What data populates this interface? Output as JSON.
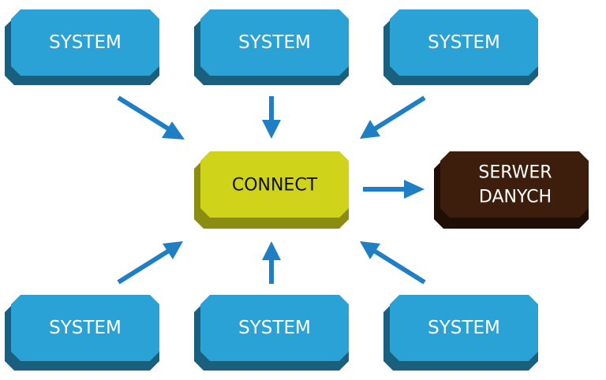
{
  "nodes": {
    "system_top_left": {
      "label": "SYSTEM"
    },
    "system_top_center": {
      "label": "SYSTEM"
    },
    "system_top_right": {
      "label": "SYSTEM"
    },
    "system_bottom_left": {
      "label": "SYSTEM"
    },
    "system_bottom_center": {
      "label": "SYSTEM"
    },
    "system_bottom_right": {
      "label": "SYSTEM"
    },
    "connect": {
      "label": "CONNECT"
    },
    "server": {
      "line1": "SERWER",
      "line2": "DANYCH"
    }
  },
  "colors": {
    "system_face": "#2aa2d6",
    "system_shadow": "#1b5f7e",
    "connect_face": "#cfd41a",
    "connect_shadow": "#8a8d12",
    "server_face": "#3d1e0c",
    "server_shadow": "#1f0e05",
    "arrow": "#1f7fc4"
  }
}
